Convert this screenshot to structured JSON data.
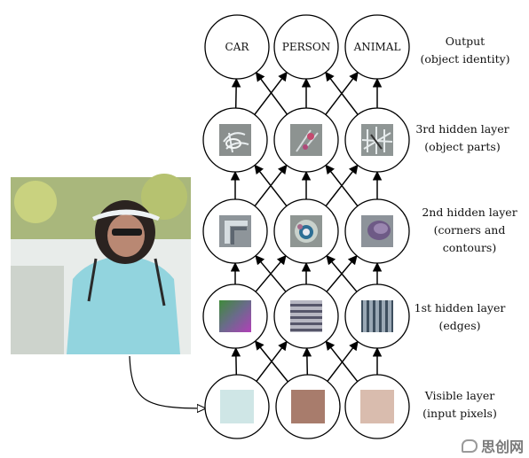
{
  "output_nodes": [
    "CAR",
    "PERSON",
    "ANIMAL"
  ],
  "layer_labels": {
    "output": [
      "Output",
      "(object identity)"
    ],
    "hidden3": [
      "3rd hidden layer",
      "(object parts)"
    ],
    "hidden2": [
      "2nd hidden layer",
      "(corners and",
      "contours)"
    ],
    "hidden1": [
      "1st hidden layer",
      "(edges)"
    ],
    "visible": [
      "Visible layer",
      "(input pixels)"
    ]
  },
  "visible_pixel_colors": [
    "#cfe6e6",
    "#a87c6c",
    "#d9bcae"
  ],
  "watermark": "思创网"
}
